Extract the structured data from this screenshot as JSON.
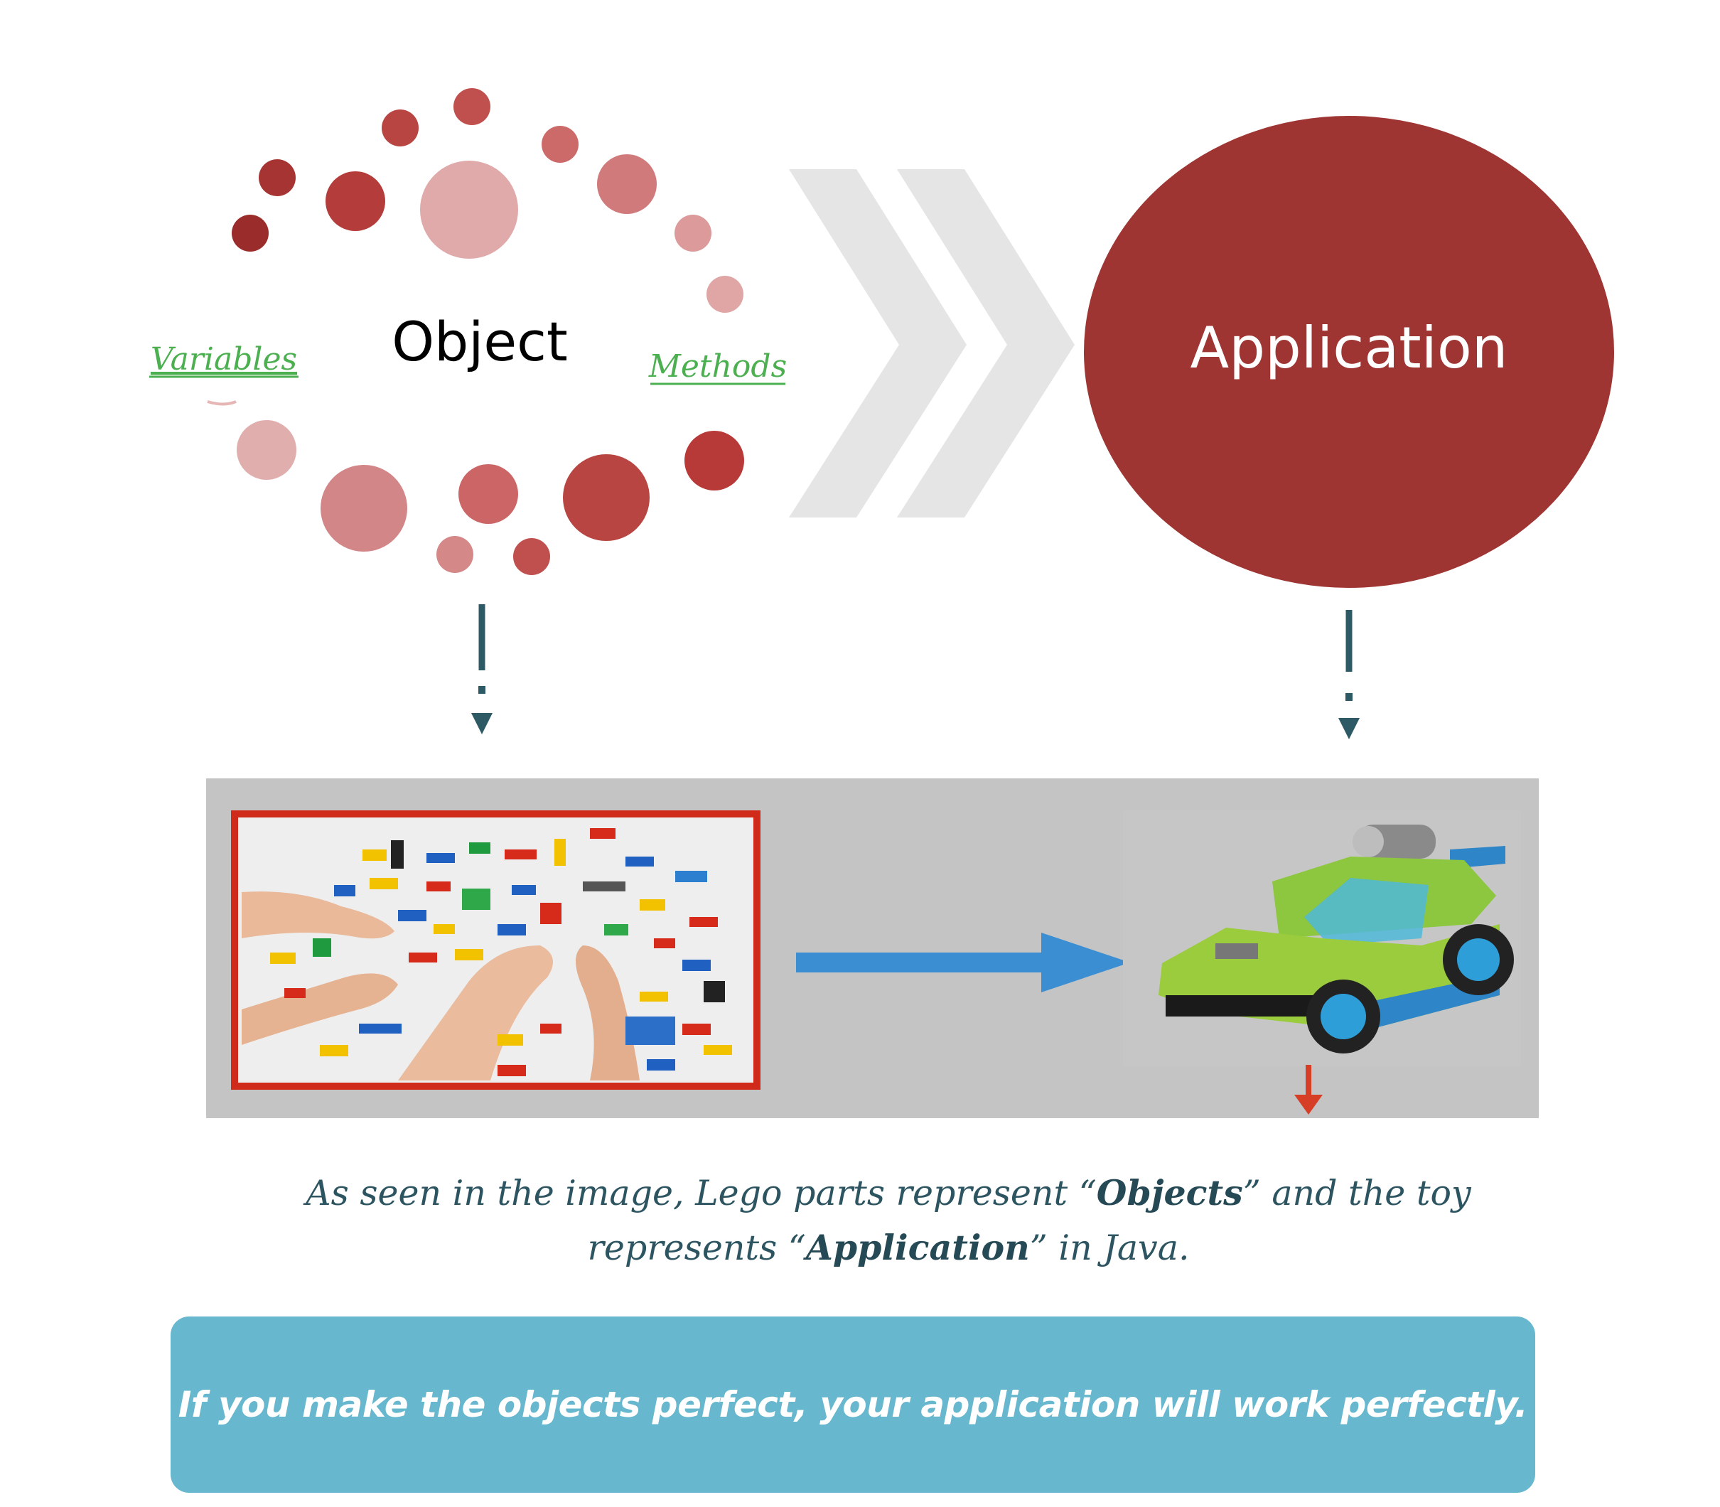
{
  "diagram": {
    "object_label": "Object",
    "variables_label": "Variables",
    "methods_label": "Methods",
    "application_label": "Application"
  },
  "colors": {
    "dark_red": "#9e3533",
    "circle_red": "#b84542",
    "circle_mid": "#d17a7c",
    "circle_pink": "#e0aaaa",
    "chevron_gray": "#e5e5e5",
    "arrow_teal": "#2d5a64",
    "link_green": "#4caf50",
    "blue_arrow": "#3b8ed1",
    "red_arrow": "#d63f25",
    "callout_bg": "#67b7ce",
    "caption_text": "#2d5561"
  },
  "icons": {
    "lego_parts_image": "lego-pieces-photo",
    "lego_car_image": "lego-car-photo"
  },
  "caption": {
    "line1_prefix": "As seen in the image, Lego parts represent “",
    "line1_bold": "Objects",
    "line1_suffix": "” and the toy",
    "line2_prefix": "represents “",
    "line2_bold": "Application",
    "line2_suffix": "” in Java."
  },
  "callout": {
    "text": "If you make the objects perfect, your application will work perfectly."
  }
}
